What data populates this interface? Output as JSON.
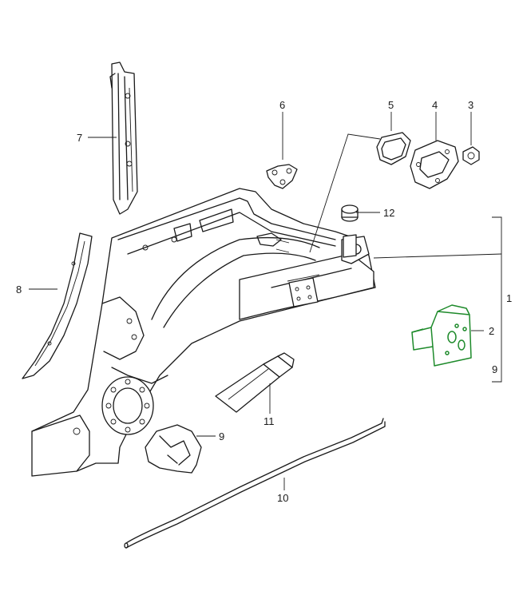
{
  "callouts": {
    "p1": "1",
    "p2": "2",
    "p3": "3",
    "p4": "4",
    "p5": "5",
    "p6": "6",
    "p7": "7",
    "p8": "8",
    "p9a": "9",
    "p9b": "9",
    "p10": "10",
    "p11": "11",
    "p12": "12"
  },
  "colors": {
    "line": "#1a1a1a",
    "highlight": "#1d8a2a",
    "background": "#ffffff"
  }
}
